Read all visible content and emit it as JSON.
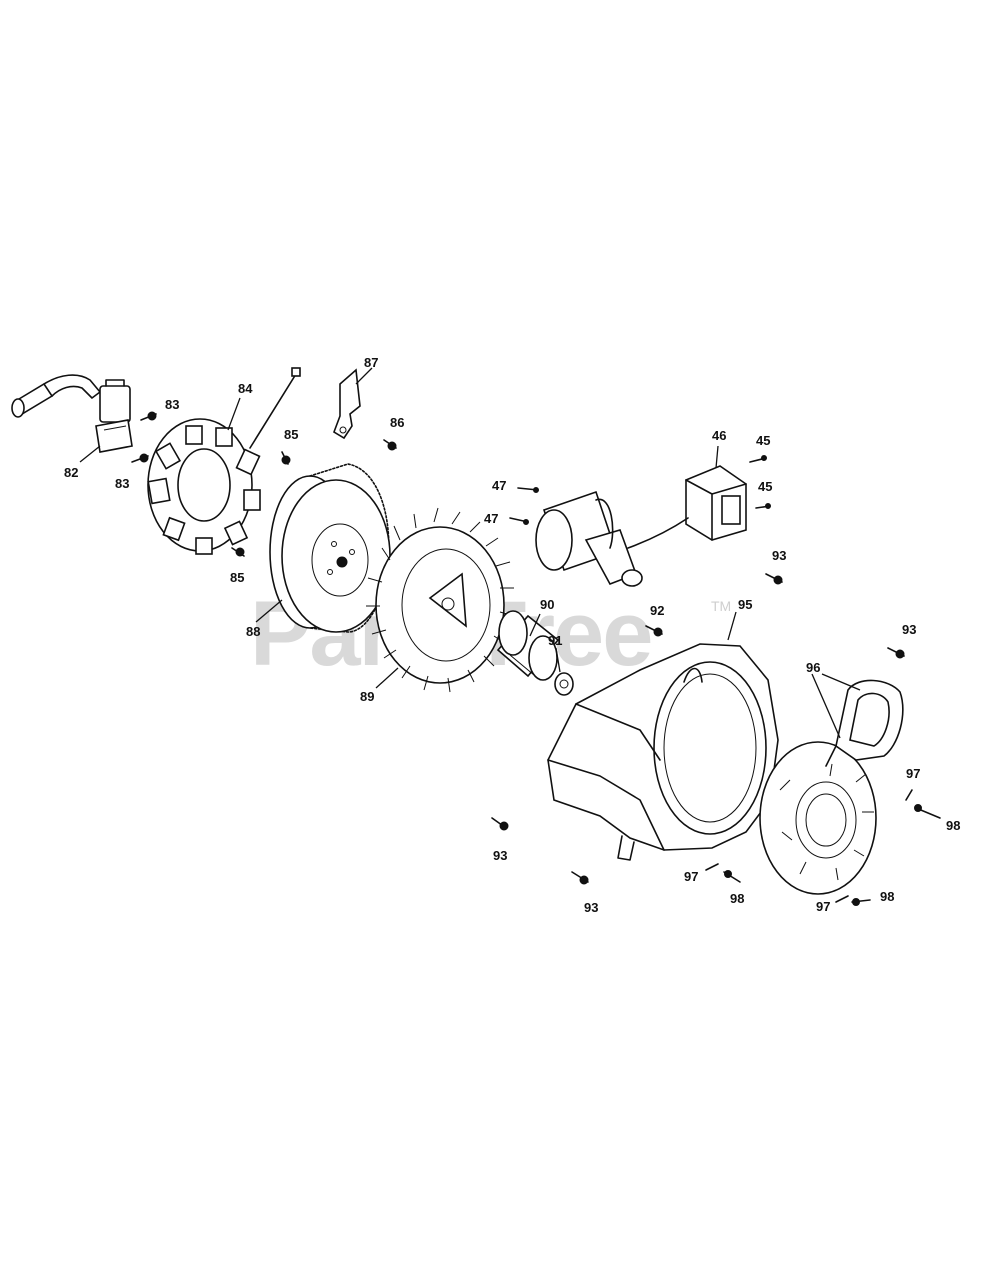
{
  "watermark": {
    "text": "PartsTree",
    "trademark": "TM"
  },
  "callouts": [
    {
      "id": "82",
      "text": "82"
    },
    {
      "id": "83a",
      "text": "83"
    },
    {
      "id": "83b",
      "text": "83"
    },
    {
      "id": "84",
      "text": "84"
    },
    {
      "id": "85a",
      "text": "85"
    },
    {
      "id": "85b",
      "text": "85"
    },
    {
      "id": "86",
      "text": "86"
    },
    {
      "id": "87",
      "text": "87"
    },
    {
      "id": "88",
      "text": "88"
    },
    {
      "id": "89",
      "text": "89"
    },
    {
      "id": "90",
      "text": "90"
    },
    {
      "id": "91",
      "text": "91"
    },
    {
      "id": "92",
      "text": "92"
    },
    {
      "id": "93a",
      "text": "93"
    },
    {
      "id": "93b",
      "text": "93"
    },
    {
      "id": "93c",
      "text": "93"
    },
    {
      "id": "93d",
      "text": "93"
    },
    {
      "id": "95",
      "text": "95"
    },
    {
      "id": "96",
      "text": "96"
    },
    {
      "id": "97a",
      "text": "97"
    },
    {
      "id": "97b",
      "text": "97"
    },
    {
      "id": "97c",
      "text": "97"
    },
    {
      "id": "98a",
      "text": "98"
    },
    {
      "id": "98b",
      "text": "98"
    },
    {
      "id": "98c",
      "text": "98"
    },
    {
      "id": "45a",
      "text": "45"
    },
    {
      "id": "45b",
      "text": "45"
    },
    {
      "id": "46",
      "text": "46"
    },
    {
      "id": "47a",
      "text": "47"
    },
    {
      "id": "47b",
      "text": "47"
    }
  ]
}
